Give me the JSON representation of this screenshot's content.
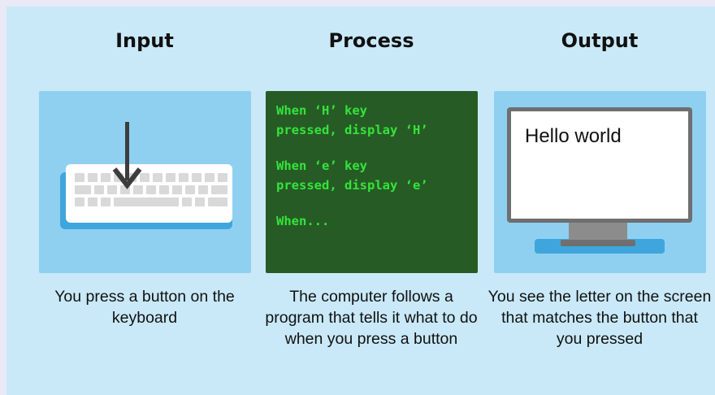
{
  "columns": [
    {
      "title": "Input",
      "caption": "You press a button on the keyboard",
      "icon": "keyboard-icon"
    },
    {
      "title": "Process",
      "caption": "The computer follows a program that tells it what to do when you press a button",
      "code_lines": [
        "When ‘H’ key",
        "pressed, display ‘H’",
        "When ‘e’ key",
        "pressed, display ‘e’",
        "When..."
      ]
    },
    {
      "title": "Output",
      "caption": "You see the letter on the screen that matches the button that you pressed",
      "screen_text": "Hello world",
      "icon": "monitor-icon"
    }
  ],
  "colors": {
    "background": "#c9e9f8",
    "card_light": "#8fd0f0",
    "terminal": "#275b25",
    "terminal_text": "#34e33c",
    "arrow": "#3d3d3d"
  }
}
